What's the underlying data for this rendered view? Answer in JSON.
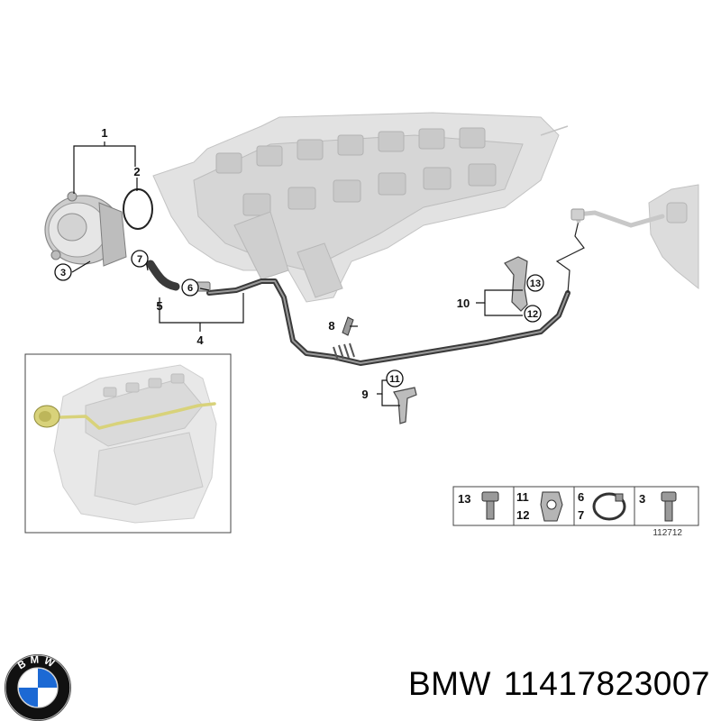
{
  "callouts": {
    "c1": "1",
    "c2": "2",
    "c3": "3",
    "c4": "4",
    "c5": "5",
    "c6": "6",
    "c7": "7",
    "c8": "8",
    "c9": "9",
    "c10": "10",
    "c11": "11",
    "c12": "12",
    "c13": "13"
  },
  "legend": {
    "cells": [
      {
        "labels": [
          "13"
        ]
      },
      {
        "labels": [
          "11",
          "12"
        ]
      },
      {
        "labels": [
          "6",
          "7"
        ]
      },
      {
        "labels": [
          "3"
        ]
      }
    ],
    "drawing_number": "112712"
  },
  "brand": {
    "logo_letters": "BMW",
    "make": "BMW",
    "part_number": "11417823007"
  },
  "colors": {
    "engine_gray": "#d9d9d9",
    "hose_dark": "#3a3a3a",
    "highlight_yellow": "#d8d27a",
    "bmw_blue": "#1c69d4",
    "bmw_black": "#111111"
  }
}
